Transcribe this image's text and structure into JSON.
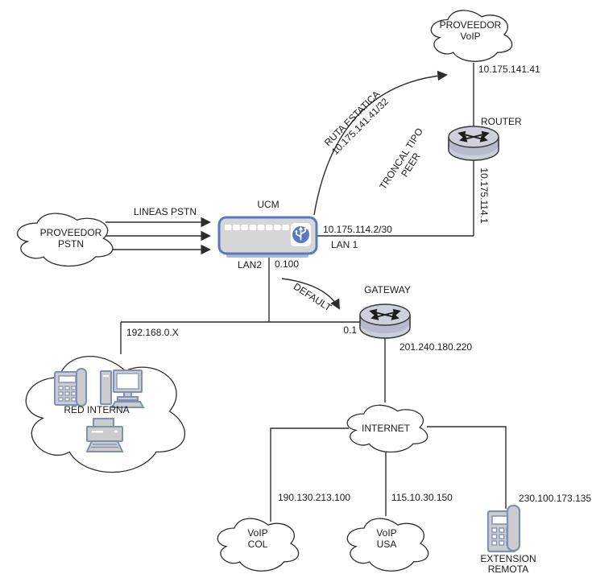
{
  "diagram": {
    "nodes": {
      "proveedor_voip": {
        "line1": "PROVEEDOR",
        "line2": "VoIP"
      },
      "router": {
        "label": "ROUTER"
      },
      "ucm": {
        "label": "UCM"
      },
      "proveedor_pstn": {
        "line1": "PROVEEDOR",
        "line2": "PSTN"
      },
      "gateway": {
        "label": "GATEWAY"
      },
      "red_interna": {
        "label": "RED INTERNA"
      },
      "internet": {
        "label": "INTERNET"
      },
      "voip_col": {
        "line1": "VoIP",
        "line2": "COL"
      },
      "voip_usa": {
        "line1": "VoIP",
        "line2": "USA"
      },
      "extension_remota": {
        "line1": "EXTENSION",
        "line2": "REMOTA"
      }
    },
    "labels": {
      "ip_proveedor_voip": "10.175.141.41",
      "ruta_estatica_line1": "RUTA ESTATICA",
      "ruta_estatica_line2": "10.175.141.41/32",
      "troncal_line1": "TRONCAL TIPO",
      "troncal_line2": "PEER",
      "ip_router_wan": "10.175.114.1",
      "lineas_pstn": "LINEAS PSTN",
      "ip_ucm_lan1": "10.175.114.2/30",
      "lan1": "LAN 1",
      "lan2": "LAN2",
      "ip_ucm_lan2": "0.100",
      "default_route": "DEFAULT",
      "ip_gateway_lan": "0.1",
      "ip_gateway_wan": "201.240.180.220",
      "subnet_red_interna": "192.168.0.X",
      "ip_voip_col": "190.130.213.100",
      "ip_voip_usa": "115.10.30.150",
      "ip_extension_remota": "230.100.173.135"
    },
    "colors": {
      "line": "#2d2d2d",
      "cylinder_body": "#b5bbca",
      "cylinder_top": "#ccd1dd",
      "ucm_border": "#5b79bd",
      "ucm_fill": "#d6d6d6",
      "device_fill": "#cccccc",
      "device_stroke": "#7d90b8",
      "text": "#1a1a1a"
    }
  }
}
